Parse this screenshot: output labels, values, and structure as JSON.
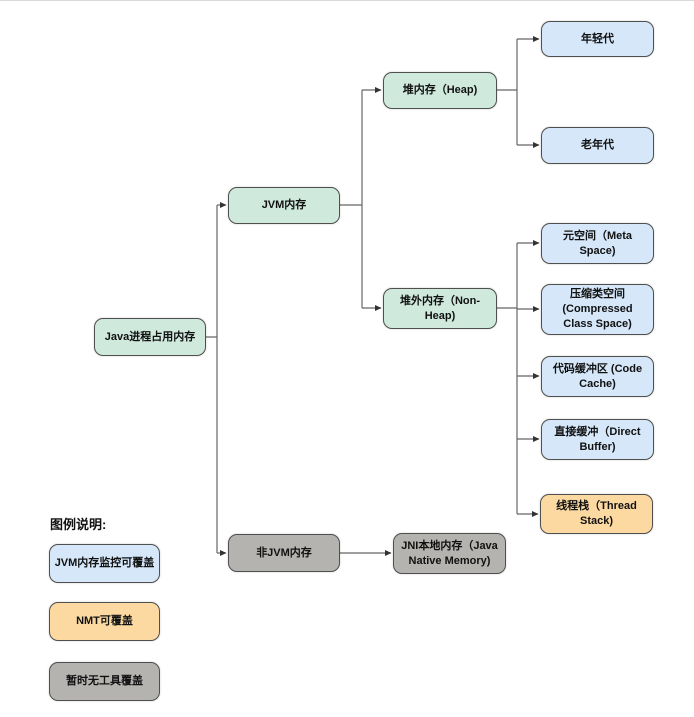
{
  "diagram": {
    "nodes": {
      "root": {
        "label": "Java进程占用内存",
        "type": "green"
      },
      "jvm": {
        "label": "JVM内存",
        "type": "green"
      },
      "non_jvm": {
        "label": "非JVM内存",
        "type": "gray"
      },
      "heap": {
        "label": "堆内存（Heap)",
        "type": "green"
      },
      "non_heap": {
        "label": "堆外内存（Non-\nHeap)",
        "type": "green"
      },
      "young_gen": {
        "label": "年轻代",
        "type": "blue"
      },
      "old_gen": {
        "label": "老年代",
        "type": "blue"
      },
      "meta_space": {
        "label": "元空间（Meta\nSpace)",
        "type": "blue"
      },
      "compressed_class_space": {
        "label": "压缩类空间\n(Compressed\nClass Space)",
        "type": "blue"
      },
      "code_cache": {
        "label": "代码缓冲区 (Code\nCache)",
        "type": "blue"
      },
      "direct_buffer": {
        "label": "直接缓冲（Direct\nBuffer)",
        "type": "blue"
      },
      "thread_stack": {
        "label": "线程栈（Thread\nStack)",
        "type": "orange"
      },
      "jni_native": {
        "label": "JNI本地内存（Java\nNative Memory)",
        "type": "gray"
      }
    },
    "legend": {
      "title": "图例说明:",
      "items": [
        {
          "label": "JVM内存监控可覆盖",
          "type": "blue"
        },
        {
          "label": "NMT可覆盖",
          "type": "orange"
        },
        {
          "label": "暂时无工具覆盖",
          "type": "gray"
        }
      ]
    }
  },
  "colors": {
    "node_green": "#cfe9dd",
    "node_blue": "#d5e7f9",
    "node_orange": "#fbd9a1",
    "node_gray": "#b5b3b0",
    "node_border": "#4f4f4f",
    "connector": "#666666",
    "text": "#111111",
    "background": "#ffffff"
  }
}
